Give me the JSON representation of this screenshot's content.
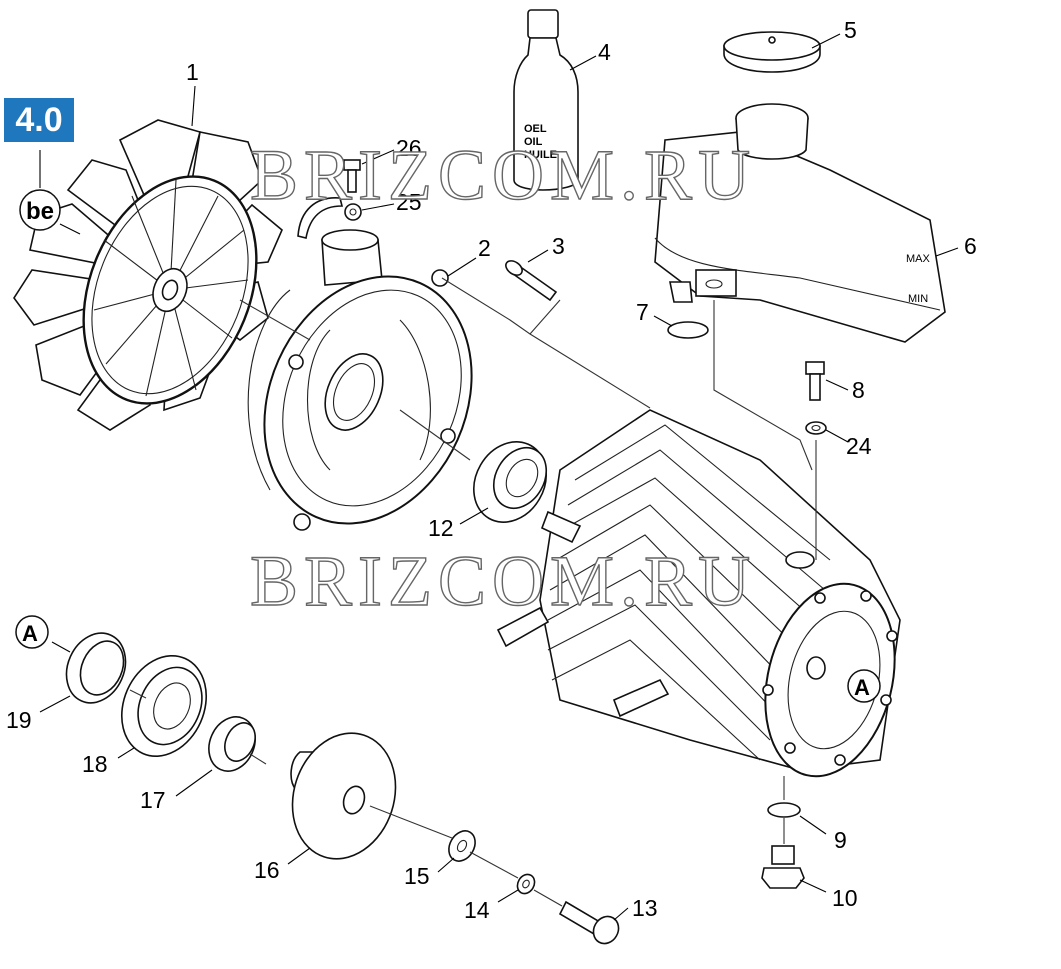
{
  "badge": "4.0",
  "watermark": "BRIZCOM.RU",
  "bottle_text": [
    "OEL",
    "OIL",
    "HUILE"
  ],
  "tank_marks": {
    "max": "MAX",
    "min": "MIN"
  },
  "circle_marks": {
    "be": "be",
    "a_left": "A",
    "a_right": "A"
  },
  "parts": [
    "1",
    "2",
    "3",
    "4",
    "5",
    "6",
    "7",
    "8",
    "9",
    "10",
    "12",
    "13",
    "14",
    "15",
    "16",
    "17",
    "18",
    "19",
    "24",
    "25",
    "26"
  ]
}
